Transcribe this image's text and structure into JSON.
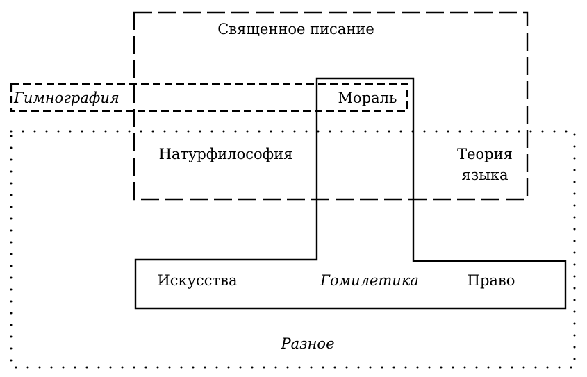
{
  "diagram": {
    "labels": {
      "scripture": "Священное писание",
      "hymnography": "Гимнография",
      "morality": "Мораль",
      "natural_philosophy": "Натурфилософия",
      "language_theory_line1": "Теория",
      "language_theory_line2": "языка",
      "arts": "Искусства",
      "homiletics": "Гомилетика",
      "law": "Право",
      "miscellaneous": "Разное"
    },
    "colors": {
      "stroke": "#000000",
      "background": "#ffffff"
    }
  }
}
